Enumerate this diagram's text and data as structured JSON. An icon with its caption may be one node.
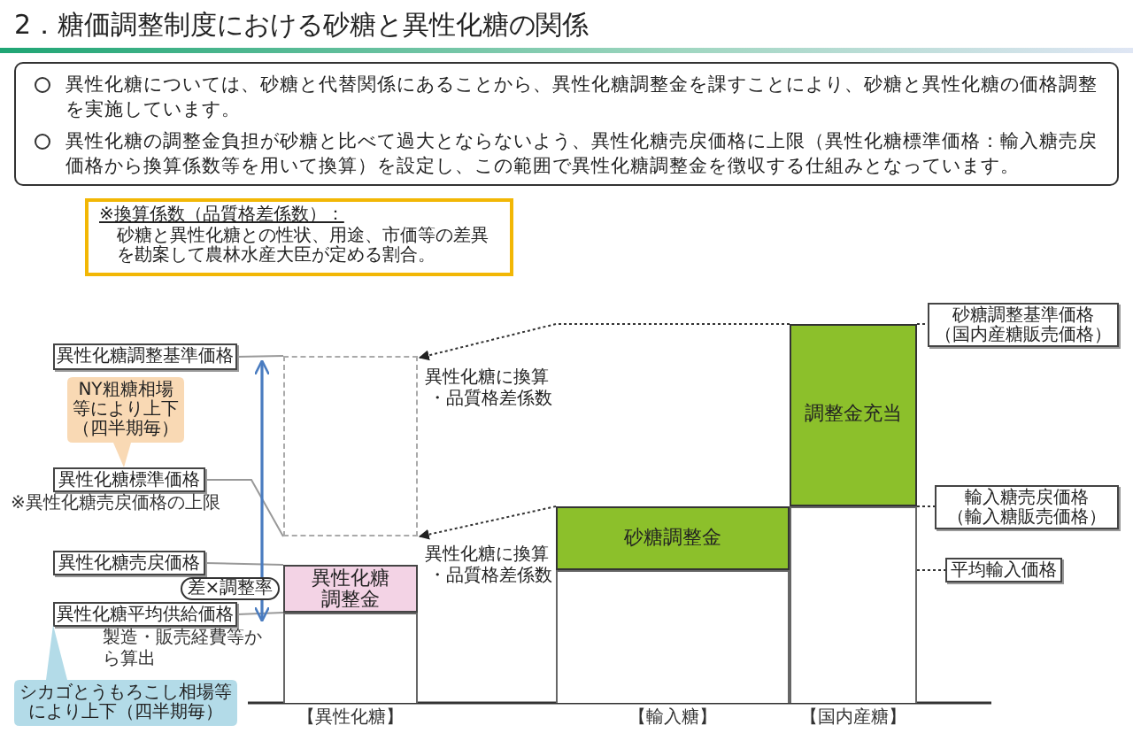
{
  "diagram": {
    "title": "2．糖価調整制度における砂糖と異性化糖の関係",
    "nodes": [
      {
        "text": [
          "異性化糖については、砂糖と代替関係にあることから、異性化糖調整金を課すことにより、砂糖と異性化糖の価格調整を実施しています。",
          "異性化糖の調整金負担が砂糖と比べて過大とならないよう、異性化糖売戻価格に上限（異性化糖標準価格：輸入糖売戻価格から換算係数等を用いて換算）を設定し、この範囲で異性化糖調整金を徴収する仕組みとなっています。"
        ]
      },
      {
        "text": [
          "※換算係数（品質格差係数）：",
          "砂糖と異性化糖との性状、用途、市価等の差異を勘案して農林水産大臣が定める割合。"
        ]
      },
      {
        "text": [
          "異性化糖調整基準価格"
        ]
      },
      {
        "text": [
          "NY粗糖相場等により上下（四半期毎）"
        ]
      },
      {
        "text": [
          "異性化糖標準価格"
        ],
        "beside": [
          "※異性化糖売戻価格の上限"
        ]
      },
      {
        "text": [
          "異性化糖売戻価格"
        ]
      },
      {
        "text": [
          "異性化糖平均供給価格"
        ],
        "beside": [
          "製造・販売経費等から算出"
        ]
      },
      {
        "text": [
          "シカゴとうもろこし相場等により上下（四半期毎）"
        ]
      },
      {
        "text": [],
        "shape": "box"
      },
      {
        "text": [
          "異性化糖調整金"
        ]
      },
      {
        "text": [],
        "shape": "box",
        "beside": [
          "【異性化糖】"
        ]
      },
      {
        "text": [
          "砂糖調整金"
        ]
      },
      {
        "text": [],
        "shape": "box",
        "beside": [
          "【輸入糖】"
        ]
      },
      {
        "text": [
          "調整金充当"
        ]
      },
      {
        "text": [],
        "shape": "box",
        "beside": [
          "【国内産糖】"
        ]
      },
      {
        "text": [
          "砂糖調整基準価格",
          "（国内産糖販売価格）"
        ]
      },
      {
        "text": [
          "輸入糖売戻価格",
          "（輸入糖販売価格）"
        ]
      },
      {
        "text": [
          "平均輸入価格"
        ]
      }
    ],
    "edges": [
      {
        "from": 2,
        "to": 8,
        "arrow": "none",
        "color": "#999999"
      },
      {
        "from": 4,
        "to": 8,
        "arrow": "none",
        "color": "#999999"
      },
      {
        "from": 5,
        "to": 9,
        "arrow": "none",
        "color": "#999999"
      },
      {
        "from": 6,
        "to": 10,
        "arrow": "none",
        "color": "#999999"
      },
      {
        "from": 13,
        "to": 8,
        "arrow": "to",
        "style": "dashed"
      },
      {
        "from": 11,
        "to": 8,
        "arrow": "to",
        "style": "dashed"
      },
      {
        "from": 13,
        "to": 15,
        "arrow": "none",
        "style": "dashed"
      },
      {
        "from": 13,
        "to": 16,
        "arrow": "none",
        "style": "dashed"
      },
      {
        "from": 14,
        "to": 17,
        "arrow": "none",
        "style": "dashed"
      },
      {
        "from": 2,
        "to": 6,
        "arrow": "both",
        "color": "#4a7cc0",
        "label": "差×調整率"
      }
    ],
    "labels": [
      "異性化糖に換算",
      "・品質格差係数",
      "異性化糖に換算",
      "・品質格差係数"
    ]
  }
}
